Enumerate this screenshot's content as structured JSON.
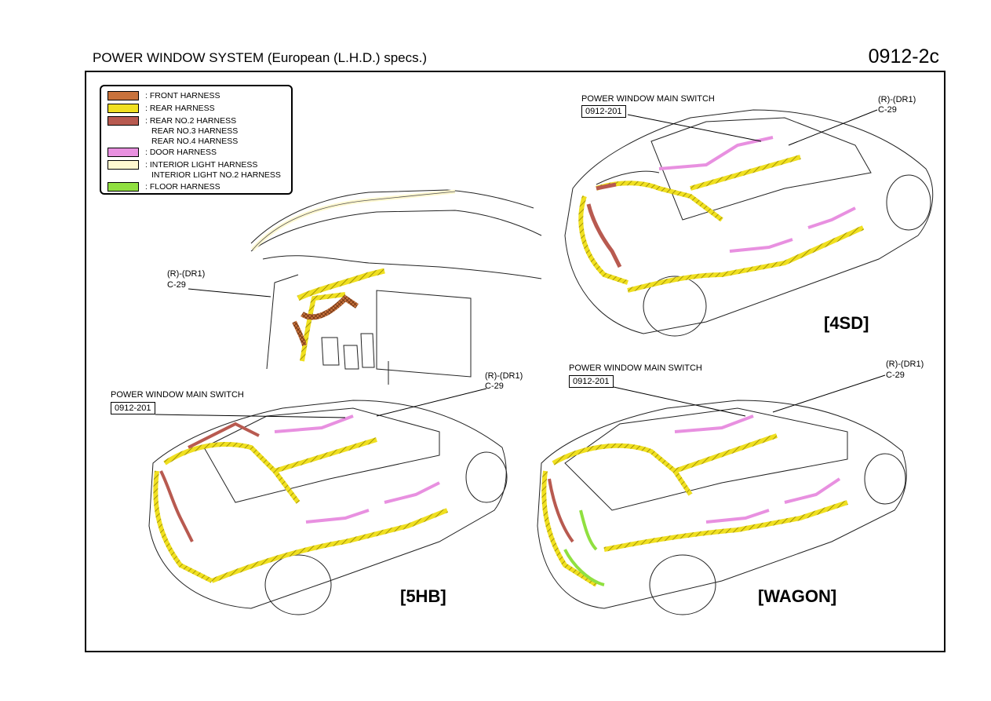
{
  "header": {
    "title": "POWER WINDOW SYSTEM (European (L.H.D.) specs.)",
    "code": "0912-2c"
  },
  "legend": {
    "items": [
      {
        "label": ": FRONT HARNESS",
        "color": "#c8723c"
      },
      {
        "label": ": REAR HARNESS",
        "color": "#f0e020"
      },
      {
        "label": ": REAR NO.2 HARNESS",
        "label2": "REAR NO.3 HARNESS",
        "label3": "REAR NO.4 HARNESS",
        "color": "#b85a50"
      },
      {
        "label": ": DOOR HARNESS",
        "color": "#e890e0"
      },
      {
        "label": ": INTERIOR LIGHT HARNESS",
        "label2": "INTERIOR LIGHT NO.2 HARNESS",
        "color": "#fff8d0"
      },
      {
        "label": ": FLOOR HARNESS",
        "color": "#90e040"
      }
    ]
  },
  "dash": {
    "connector_label": "(R)-(DR1)",
    "connector_code": "C-29"
  },
  "sedan": {
    "switch_label": "POWER WINDOW MAIN SWITCH",
    "switch_ref": "0912-201",
    "connector_label": "(R)-(DR1)",
    "connector_code": "C-29",
    "variant": "[4SD]"
  },
  "hatch": {
    "switch_label": "POWER WINDOW MAIN SWITCH",
    "switch_ref": "0912-201",
    "connector_label": "(R)-(DR1)",
    "connector_code": "C-29",
    "variant": "[5HB]"
  },
  "wagon": {
    "switch_label": "POWER WINDOW MAIN SWITCH",
    "switch_ref": "0912-201",
    "connector_label": "(R)-(DR1)",
    "connector_code": "C-29",
    "variant": "[WAGON]"
  }
}
